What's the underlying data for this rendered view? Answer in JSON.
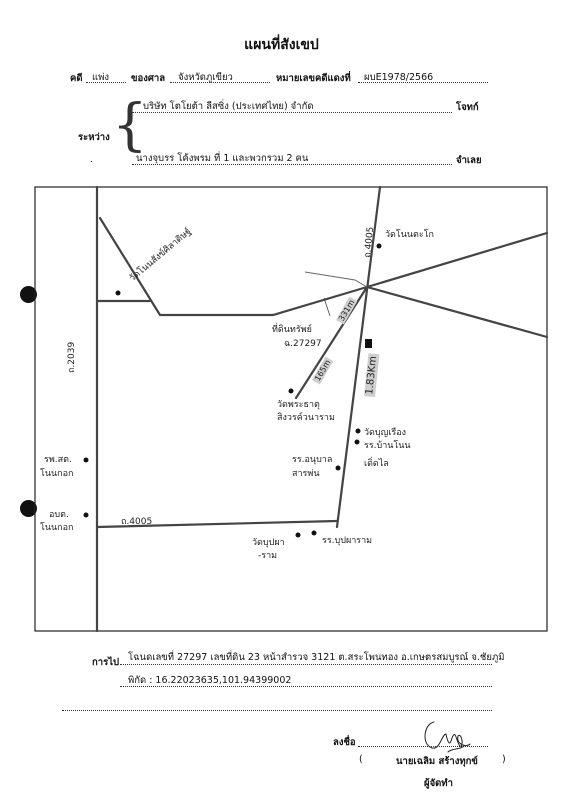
{
  "header": {
    "title": "แผนที่สังเขป",
    "case_label": "คดี",
    "case_type": "แพ่ง",
    "court_label": "ของศาล",
    "court_name": "จังหวัดภูเขียว",
    "black_case_label": "หมายเลขคดีแดงที่",
    "black_case_no": "ผบE1978/2566"
  },
  "parties": {
    "between_label": "ระหว่าง",
    "plaintiff": "บริษัท โตโยต้า ลีสซิ่ง (ประเทศไทย) จำกัด",
    "plaintiff_role": "โจทก์",
    "defendant": "นางจุบรร โค้งพรม ที่ 1 และพวกรวม 2 คน",
    "defendant_role": "จำเลย"
  },
  "map": {
    "road_left": "ถ.2039",
    "road_bottom": "ถ.4005",
    "road_top": "ถ.4005",
    "temple_top_left": "วัดโนนสังข์ศิลาดิษฐ์",
    "temple_top_right": "วัดโนนตะโก",
    "target_label_1": "ที่ดินทรัพย์",
    "target_label_2": "ฉ.27297",
    "dist_short": "331m",
    "dist_mid": "165m",
    "dist_long": "1.83Km",
    "temple_prathat_1": "วัดพระธาตุ",
    "temple_prathat_2": "สิงวรค์วนาราม",
    "temple_bunrueang": "วัดบุญเรือง",
    "school_bannon_1": "รร.บ้านโนน",
    "school_bannon_2": "เดิ่ดไล",
    "school_anuban_1": "รร.อนุบาล",
    "school_anuban_2": "สารพ่น",
    "hospital_1": "รพ.สต.",
    "hospital_2": "โนนกอก",
    "district_1": "อบต.",
    "district_2": "โนนกอก",
    "temple_bupparam_1": "วัดบุปผา",
    "temple_bupparam_2": "-ราม",
    "school_bupparam": "รร.บุปผาราม"
  },
  "footer": {
    "route_label": "การไป",
    "route_text": "โฉนดเลขที่ 27297  เลขที่ดิน 23 หน้าสำรวจ 3121 ต.สระโพนทอง อ.เกษตรสมบูรณ์ จ.ชัยภูมิ",
    "coords_text": "พิกัด : 16.22023635,101.94399002",
    "sign_label": "ลงชื่อ",
    "signer_open": "(",
    "signer_name": "นายเฉลิม สร้างทุกข์",
    "signer_close": ")",
    "signer_role": "ผู้จัดทำ"
  }
}
